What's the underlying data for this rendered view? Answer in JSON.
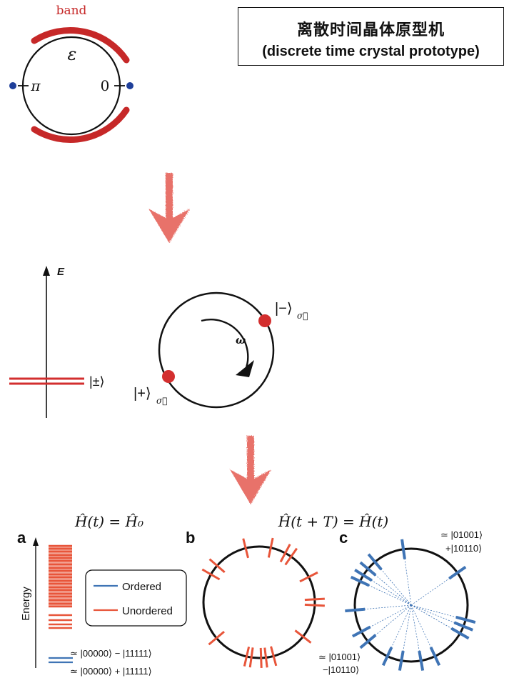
{
  "title": {
    "chinese": "离散时间晶体原型机",
    "english": "(discrete time crystal prototype)"
  },
  "top_diagram": {
    "band_label": "band",
    "epsilon_label": "ε",
    "pi_label": "π",
    "zero_label": "0"
  },
  "middle_diagram": {
    "energy_axis_label": "E",
    "pm_state_label": "|±⟩",
    "minus_state_label": "|−⟩",
    "plus_state_label": "|+⟩",
    "sigma_subscript": "σ⃗",
    "omega_label": "ω"
  },
  "bottom_diagram": {
    "hamiltonian_static": "Ĥ(t) =  Ĥ₀",
    "hamiltonian_periodic": "Ĥ(t + T) = Ĥ(t)",
    "panel_a": "a",
    "panel_b": "b",
    "panel_c": "c",
    "energy_axis_label": "Energy",
    "legend": [
      {
        "label": "Ordered",
        "color": "#3f74b5"
      },
      {
        "label": "Unordered",
        "color": "#e8553a"
      }
    ],
    "ordered_state_minus": "≃ |00000⟩ − |11111⟩",
    "ordered_state_plus": "≃ |00000⟩ + |11111⟩",
    "c_state_top_line1": "≃ |01001⟩",
    "c_state_top_line2": "+|10110⟩",
    "c_state_bottom_line1": "≃ |01001⟩",
    "c_state_bottom_line2": "−|10110⟩"
  },
  "colors": {
    "band_red": "#c62828",
    "dot_blue": "#1f3f9a",
    "arrow_pink": "#e8726a",
    "ordered_blue": "#3f74b5",
    "unordered_orange": "#e8553a",
    "state_red": "#d32f2f"
  }
}
